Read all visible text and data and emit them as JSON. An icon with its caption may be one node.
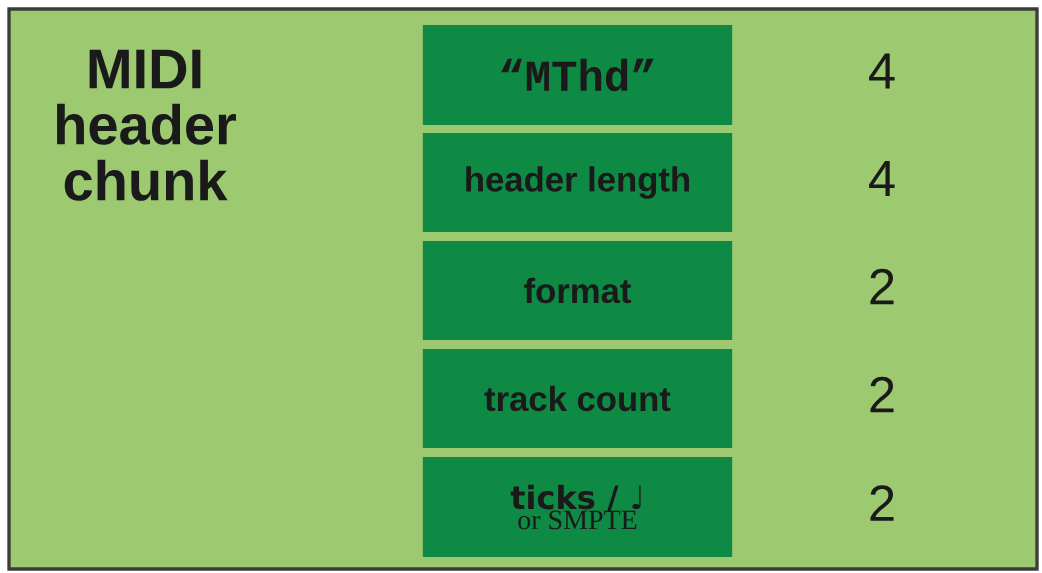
{
  "diagram": {
    "nodes": [
      {
        "text": [
          "MIDI header chunk"
        ]
      },
      {
        "text": [
          "“MThd”"
        ],
        "in": 0,
        "beside": [
          "4"
        ]
      },
      {
        "text": [
          "header length"
        ],
        "in": 0,
        "beside": [
          "4"
        ]
      },
      {
        "text": [
          "format"
        ],
        "in": 0,
        "beside": [
          "2"
        ]
      },
      {
        "text": [
          "track count"
        ],
        "in": 0,
        "beside": [
          "2"
        ]
      },
      {
        "text": [
          "ticks / ♩",
          "or SMPTE"
        ],
        "in": 0,
        "beside": [
          "2"
        ]
      }
    ]
  }
}
